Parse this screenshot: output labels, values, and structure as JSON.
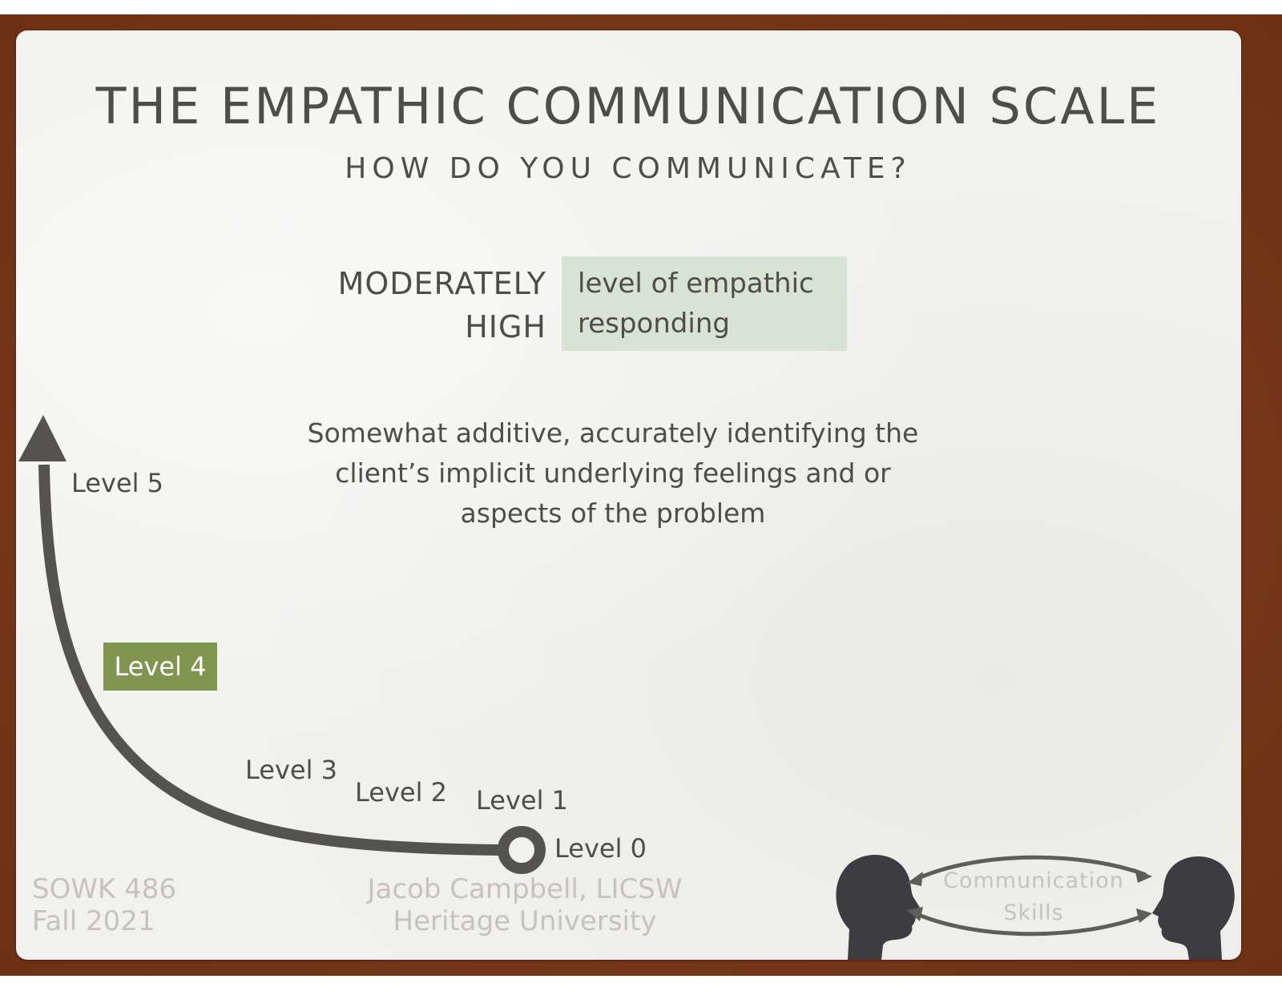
{
  "slide": {
    "title": "THE EMPATHIC COMMUNICATION SCALE",
    "subtitle": "HOW DO YOU COMMUNICATE?",
    "level_heading": {
      "line1": "MODERATELY",
      "line2": "HIGH"
    },
    "level_box": {
      "line1": "level of empathic",
      "line2": "responding",
      "background": "#d5e2d1"
    },
    "description": "Somewhat additive, accurately identifying the client’s implicit underlying feelings and or aspects of the problem"
  },
  "scale": {
    "arrow_color": "#55534f",
    "highlight_color": "#80954f",
    "levels": [
      {
        "label": "Level 0",
        "highlighted": false
      },
      {
        "label": "Level 1",
        "highlighted": false
      },
      {
        "label": "Level 2",
        "highlighted": false
      },
      {
        "label": "Level 3",
        "highlighted": false
      },
      {
        "label": "Level 4",
        "highlighted": true
      },
      {
        "label": "Level 5",
        "highlighted": false
      }
    ]
  },
  "footer": {
    "course": "SOWK 486",
    "term": "Fall 2021",
    "author": "Jacob Campbell, LICSW",
    "institution": "Heritage University",
    "logo": {
      "line1": "Communication",
      "line2": "Skills",
      "icon": "two-heads-communication-icon"
    }
  },
  "colors": {
    "frame": "#7a3618",
    "paper": "#f1f1ef",
    "text": "#4f4d49",
    "footer_text": "#c7c2bb",
    "silhouette": "#3d3c40"
  }
}
